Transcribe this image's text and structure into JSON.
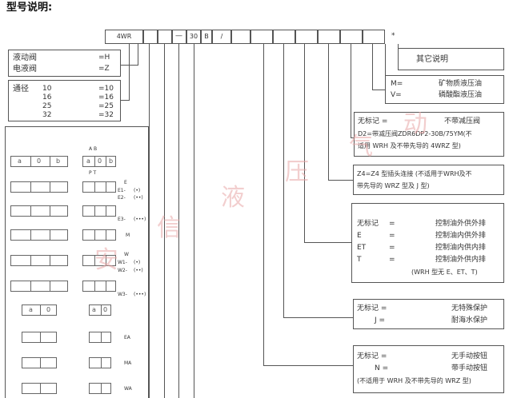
{
  "title": "型号说明:",
  "code_row": {
    "c1": "4WR",
    "dash": "—",
    "c30": "30",
    "cB": "B",
    "slash": "/",
    "star": "*"
  },
  "type_box": {
    "l1": "液动阀",
    "v1": "=H",
    "l2": "电液阀",
    "v2": "=Z"
  },
  "size_box": {
    "label": "通径",
    "rows": [
      {
        "a": "10",
        "b": "=10"
      },
      {
        "a": "16",
        "b": "=16"
      },
      {
        "a": "25",
        "b": "=25"
      },
      {
        "a": "32",
        "b": "=32"
      }
    ]
  },
  "other": {
    "text": "其它说明"
  },
  "fluid": {
    "k1": "M=",
    "v1": "矿物质液压油",
    "k2": "V=",
    "v2": "磷酸酯液压油"
  },
  "relief": {
    "k1": "无标记 =",
    "v1": "不带减压阀",
    "l2": "D2=带减压阀ZDR6DP2-30B/75YM(不",
    "l3": "适用 WRH 及不带先导的 4WRZ 型)"
  },
  "z4": {
    "l1": "Z4=Z4 型插头连接 (不适用于WRH及不",
    "l2": "带先导的 WRZ 型及 J 型)"
  },
  "pilot": {
    "rows": [
      {
        "k": "无标记",
        "e": "=",
        "v": "控制油外供外排"
      },
      {
        "k": "E",
        "e": "=",
        "v": "控制油内供外排"
      },
      {
        "k": "ET",
        "e": "=",
        "v": "控制油内供内排"
      },
      {
        "k": "T",
        "e": "=",
        "v": "控制油外供内排"
      }
    ],
    "note": "(WRH 型无 E、ET、T)"
  },
  "protect": {
    "k1": "无标记 =",
    "v1": "无特殊保护",
    "k2": "J =",
    "v2": "耐海水保护"
  },
  "manual": {
    "k1": "无标记 =",
    "v1": "无手动按钮",
    "k2": "N =",
    "v2": "带手动按钮",
    "note": "(不适用于 WRH 及不带先导的 WRZ 型)"
  },
  "symbols": {
    "top_left": [
      "a",
      "0",
      "b"
    ],
    "top_right": [
      "a",
      "0",
      "b"
    ],
    "ab": "A B",
    "pt": "P T",
    "codes": [
      "E",
      "E1-",
      "E2-",
      "E3-",
      "M",
      "W",
      "W1-",
      "W2-",
      "W3-",
      "EA",
      "MA",
      "WA"
    ],
    "dots": [
      "(•)",
      "(••)",
      "(•••)"
    ],
    "single_left": [
      "a",
      "0"
    ],
    "single_right": [
      "a",
      "0"
    ]
  },
  "watermark": [
    "安",
    "信",
    "液",
    "压",
    "气",
    "动"
  ]
}
